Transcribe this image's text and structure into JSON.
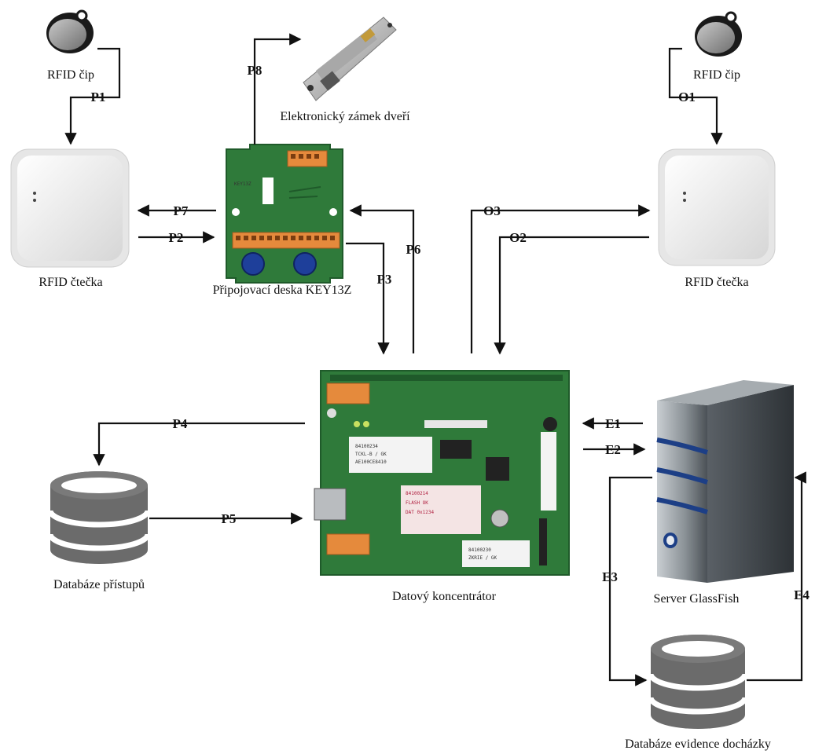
{
  "nodes": {
    "rfid_tag_left": {
      "label": "RFID čip",
      "icon": "rfid-tag-icon"
    },
    "rfid_tag_right": {
      "label": "RFID čip",
      "icon": "rfid-tag-icon"
    },
    "reader_left": {
      "label": "RFID čtečka",
      "icon": "rfid-reader-icon"
    },
    "reader_right": {
      "label": "RFID čtečka",
      "icon": "rfid-reader-icon"
    },
    "lock": {
      "label": "Elektronický zámek dveří",
      "icon": "door-lock-icon"
    },
    "board": {
      "label": "Připojovací deska KEY13Z",
      "icon": "pcb-board-icon",
      "silkscreen": "KEY13Z"
    },
    "concentrator": {
      "label": "Datový koncentrátor",
      "icon": "pcb-board-icon"
    },
    "db_access": {
      "label": "Databáze přístupů",
      "icon": "database-icon"
    },
    "server": {
      "label": "Server GlassFish",
      "icon": "server-tower-icon"
    },
    "db_attendance": {
      "label": "Databáze evidence docházky",
      "icon": "database-icon"
    }
  },
  "flows": {
    "P1": "P1",
    "P2": "P2",
    "P3": "P3",
    "P4": "P4",
    "P5": "P5",
    "P6": "P6",
    "P7": "P7",
    "P8": "P8",
    "O1": "O1",
    "O2": "O2",
    "O3": "O3",
    "E1": "E1",
    "E2": "E2",
    "E3": "E3",
    "E4": "E4"
  },
  "colors": {
    "pcb_green": "#2f7a3a",
    "pcb_dark": "#1f5a2a",
    "terminal_orange": "#e58a3c",
    "pot_blue": "#1e3f9a",
    "database_gray": "#6b6b6b",
    "server_body": "#8f969c",
    "server_stripe": "#1d3f86",
    "reader_white": "#f1f1f1"
  }
}
